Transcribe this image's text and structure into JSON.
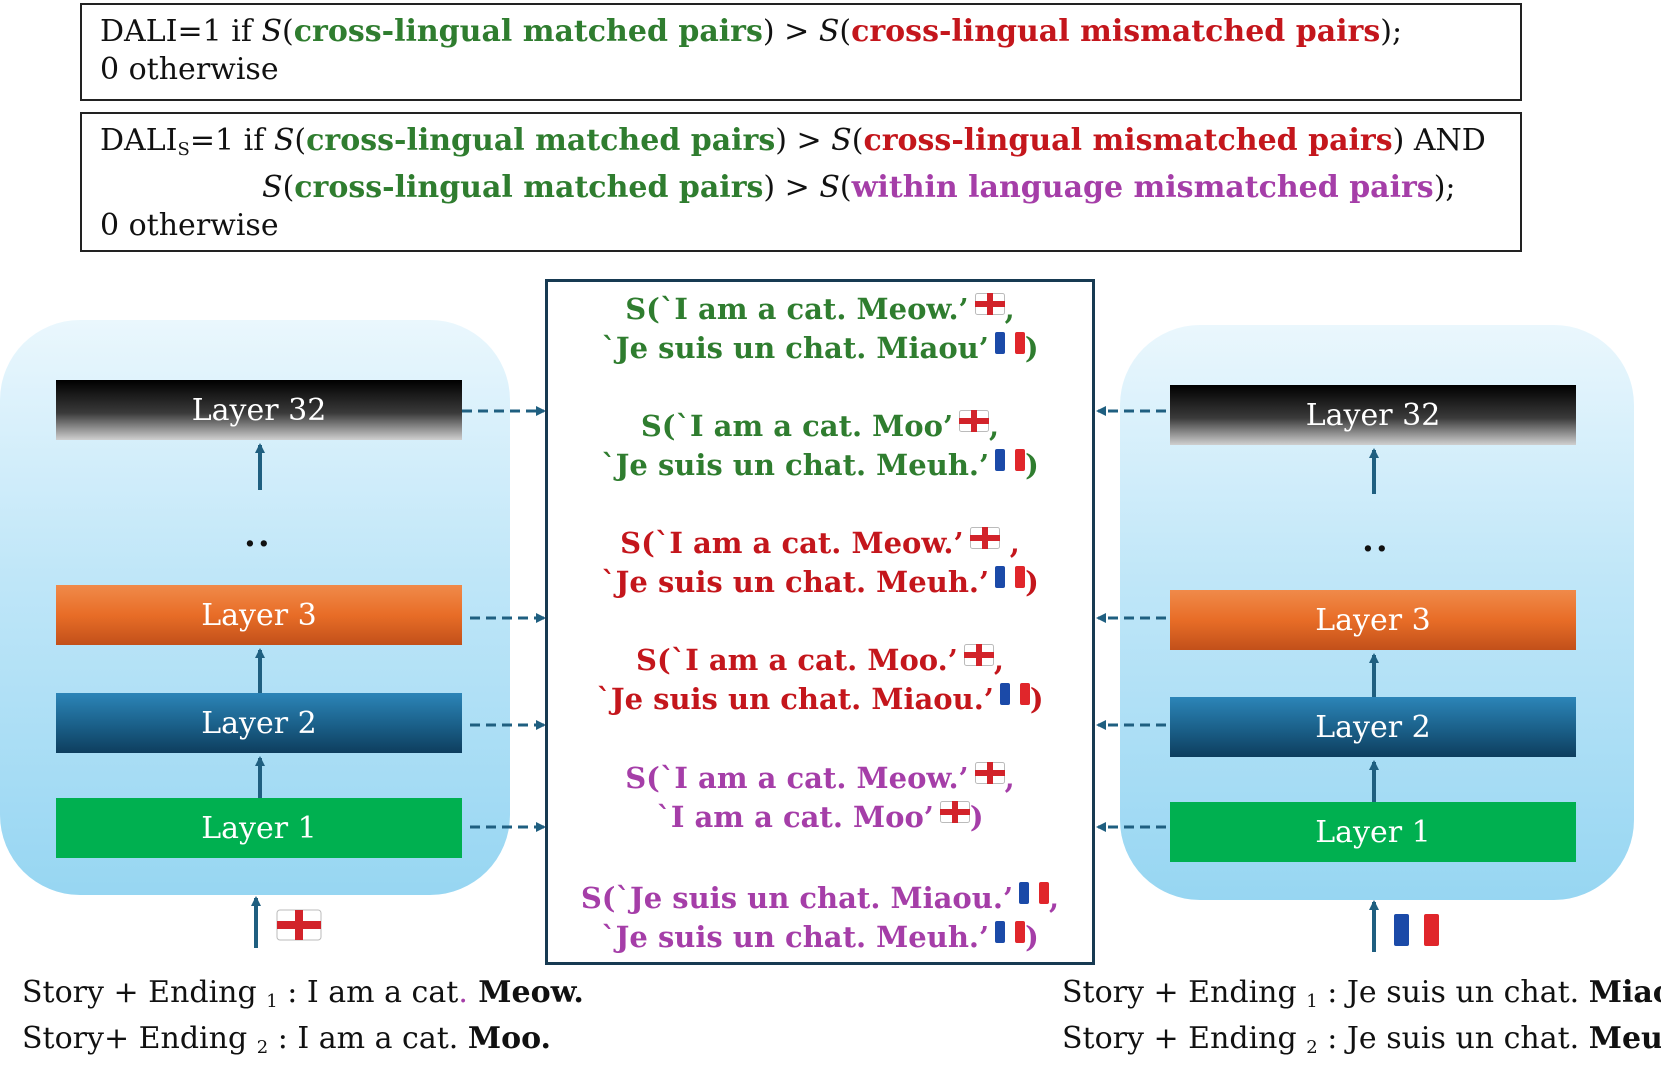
{
  "definitions": {
    "dali": {
      "prefix": "DALI=1 if ",
      "s": "S",
      "matched": "cross-lingual matched pairs",
      "gt": ") > ",
      "mismatched": "cross-lingual mismatched pairs",
      "end": ");",
      "otherwise": "0 otherwise"
    },
    "dali_s": {
      "prefix": "DALI",
      "sub": "S",
      "prefix2": "=1 if ",
      "s": "S",
      "matched": "cross-lingual matched pairs",
      "gt": ") > ",
      "mismatched": "cross-lingual mismatched pairs",
      "and": ") AND",
      "matched2": "cross-lingual matched pairs",
      "within": "within language mismatched pairs",
      "end": ");",
      "otherwise": "0 otherwise"
    }
  },
  "left_model": {
    "layers": [
      "Layer 32",
      "Layer 3",
      "Layer 2",
      "Layer 1"
    ],
    "dots": ".."
  },
  "right_model": {
    "layers": [
      "Layer 32",
      "Layer 3",
      "Layer 2",
      "Layer 1"
    ],
    "dots": ".."
  },
  "pairs": [
    {
      "line1": "S(`I am a cat. Meow.’",
      "line1_end": ",",
      "line2": "`Je suis un chat. Miaou’",
      "line2_end": ")",
      "color": "#2f7d2f"
    },
    {
      "line1": "S(`I am a cat. Moo’",
      "line1_end": ",",
      "line2": "`Je suis un chat. Meuh.’",
      "line2_end": ")",
      "color": "#2f7d2f"
    },
    {
      "line1": "S(`I am a cat. Meow.’",
      "line1_end": " ,",
      "line2": "`Je suis un chat. Meuh.’",
      "line2_end": ")",
      "color": "#c4161c"
    },
    {
      "line1": "S(`I am a cat. Moo.’",
      "line1_end": ",",
      "line2": "`Je suis un chat. Miaou.’",
      "line2_end": ")",
      "color": "#c4161c"
    },
    {
      "line1": "S(`I am a cat. Meow.’",
      "line1_end": ",",
      "line2": "`I am a cat. Moo’",
      "line2_end": ")",
      "color": "#a53ea8"
    },
    {
      "line1": "S(`Je suis un chat. Miaou.’",
      "line1_end": ",",
      "line2": "`Je suis un chat. Meuh.’",
      "line2_end": ")",
      "color": "#a53ea8"
    }
  ],
  "bottom_left": [
    {
      "prefix": "Story + Ending ",
      "sub": "1",
      "text": " : I am a cat",
      "dot": ".",
      "bold": " Meow."
    },
    {
      "prefix": "Story+ Ending ",
      "sub": "2",
      "text": " : I am a cat. ",
      "dot": "",
      "bold": "Moo."
    }
  ],
  "bottom_right": [
    {
      "prefix": "Story + Ending ",
      "sub": "1",
      "text": " : Je suis un chat. ",
      "bold": "Miaou"
    },
    {
      "prefix": "Story + Ending ",
      "sub": "2",
      "text": " : Je suis un chat. ",
      "bold": "Meuh."
    }
  ],
  "colors": {
    "matched": "#2f7d2f",
    "mismatched": "#c4161c",
    "within": "#a53ea8",
    "arrow": "#1f5f80",
    "layer1": "#00b050",
    "layer2": "#1a5f88",
    "layer3": "#e86d27",
    "layer32": "#000000"
  },
  "icons": [
    "england-flag-icon",
    "france-flag-icon"
  ]
}
